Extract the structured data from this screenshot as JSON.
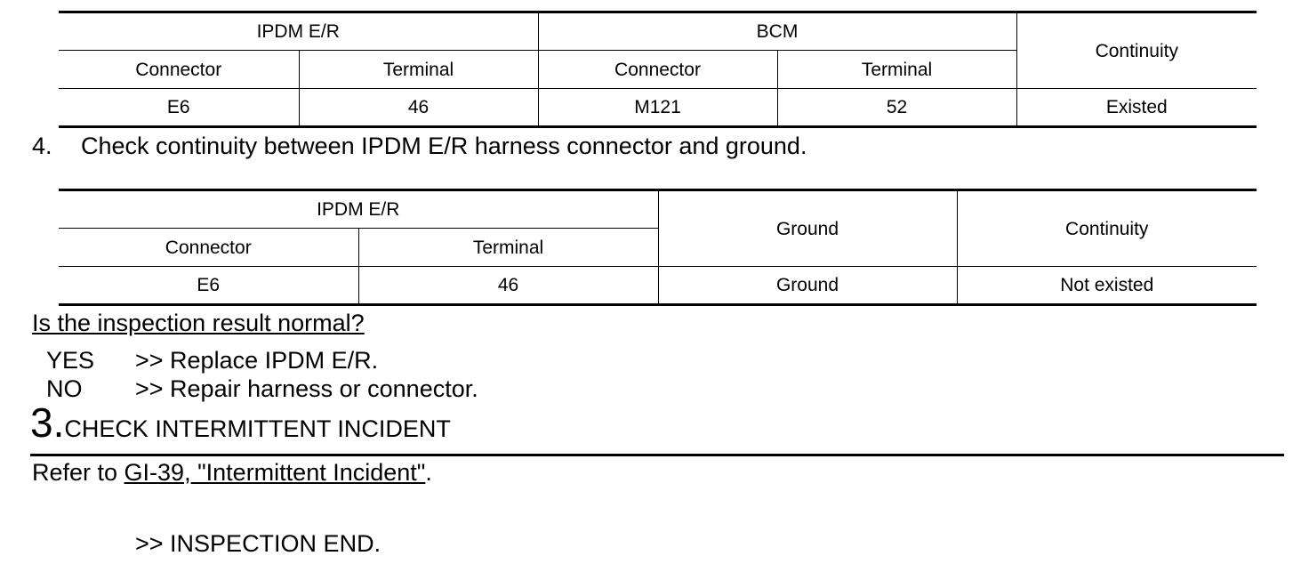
{
  "table1": {
    "group1": "IPDM E/R",
    "group2": "BCM",
    "col_continuity": "Continuity",
    "sub_connector_a": "Connector",
    "sub_terminal_a": "Terminal",
    "sub_connector_b": "Connector",
    "sub_terminal_b": "Terminal",
    "row": {
      "connector_a": "E6",
      "terminal_a": "46",
      "connector_b": "M121",
      "terminal_b": "52",
      "continuity": "Existed"
    }
  },
  "step4": {
    "number": "4.",
    "text": "Check continuity between IPDM E/R harness connector and ground."
  },
  "table2": {
    "group1": "IPDM E/R",
    "col_ground": "Ground",
    "col_continuity": "Continuity",
    "sub_connector": "Connector",
    "sub_terminal": "Terminal",
    "row": {
      "connector": "E6",
      "terminal": "46",
      "ground": "Ground",
      "continuity": "Not existed"
    }
  },
  "question": "Is the inspection result normal?",
  "answers": {
    "yes_key": "YES",
    "yes_text": ">> Replace IPDM E/R.",
    "no_key": "NO",
    "no_text": ">> Repair harness or connector."
  },
  "step3": {
    "number": "3.",
    "title": "CHECK INTERMITTENT INCIDENT"
  },
  "refer": {
    "prefix": "Refer to ",
    "link": "GI-39, \"Intermittent Incident\"",
    "suffix": "."
  },
  "end_text": ">> INSPECTION END."
}
